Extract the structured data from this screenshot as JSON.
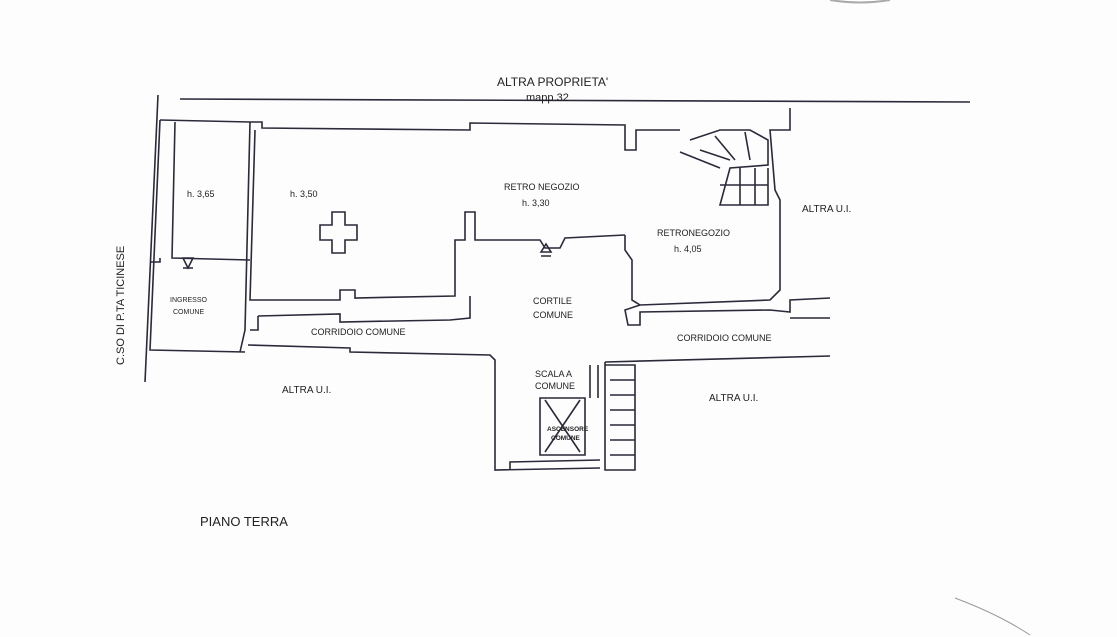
{
  "plan": {
    "neighbor_top": "ALTRA PROPRIETA'",
    "neighbor_top_ref": "mapp.32",
    "street": "C.SO DI P.TA TICINESE",
    "rooms": {
      "room1_height": "h. 3,65",
      "room2_height": "h. 3,50",
      "retro_negozio": "RETRO NEGOZIO",
      "retro_negozio_height": "h. 3,30",
      "retronegozio": "RETRONEGOZIO",
      "retronegozio_height": "h. 4,05",
      "ingresso_1": "INGRESSO",
      "ingresso_2": "COMUNE",
      "cortile_1": "CORTILE",
      "cortile_2": "COMUNE",
      "corridoio_left": "CORRIDOIO COMUNE",
      "corridoio_right": "CORRIDOIO COMUNE",
      "scala_1": "SCALA A",
      "scala_2": "COMUNE",
      "ascensore_1": "ASCENSORE",
      "ascensore_2": "COMUNE"
    },
    "altra_ui_right_top": "ALTRA U.I.",
    "altra_ui_left": "ALTRA U.I.",
    "altra_ui_right_bottom": "ALTRA U.I.",
    "floor_title": "PIANO TERRA"
  }
}
